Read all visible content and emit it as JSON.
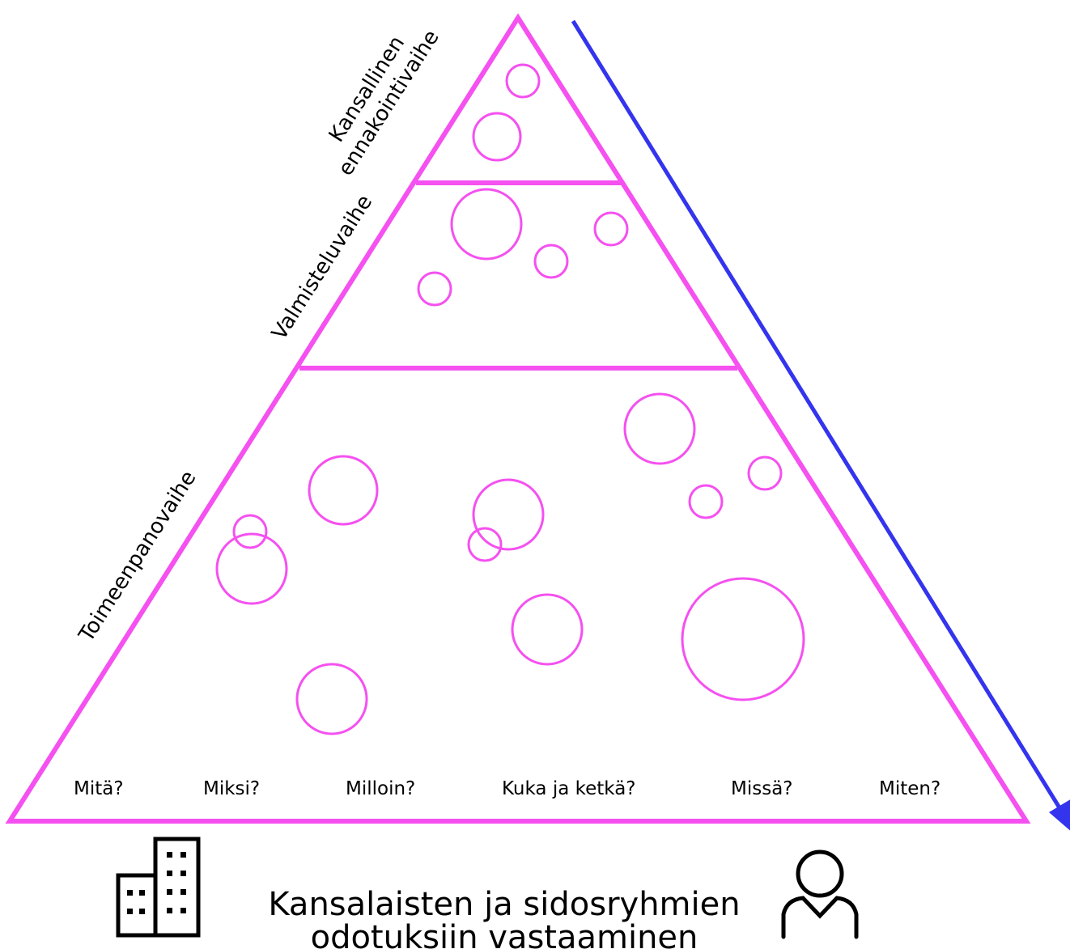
{
  "stages": [
    {
      "label_line1": "Kansallinen",
      "label_line2": "ennakointivaihe"
    },
    {
      "label": "Valmisteluvaihe"
    },
    {
      "label": "Toimeenpanovaihe"
    }
  ],
  "questions": [
    "Mitä?",
    "Miksi?",
    "Milloin?",
    "Kuka ja ketkä?",
    "Missä?",
    "Miten?"
  ],
  "footer": {
    "line1": "Kansalaisten ja sidosryhmien",
    "line2": "odotuksiin vastaaminen"
  },
  "icons": {
    "left": "office-building-icon",
    "right": "person-icon"
  },
  "colors": {
    "pyramid": "#f550f0",
    "arrow": "#3434ee",
    "text": "#000000"
  }
}
